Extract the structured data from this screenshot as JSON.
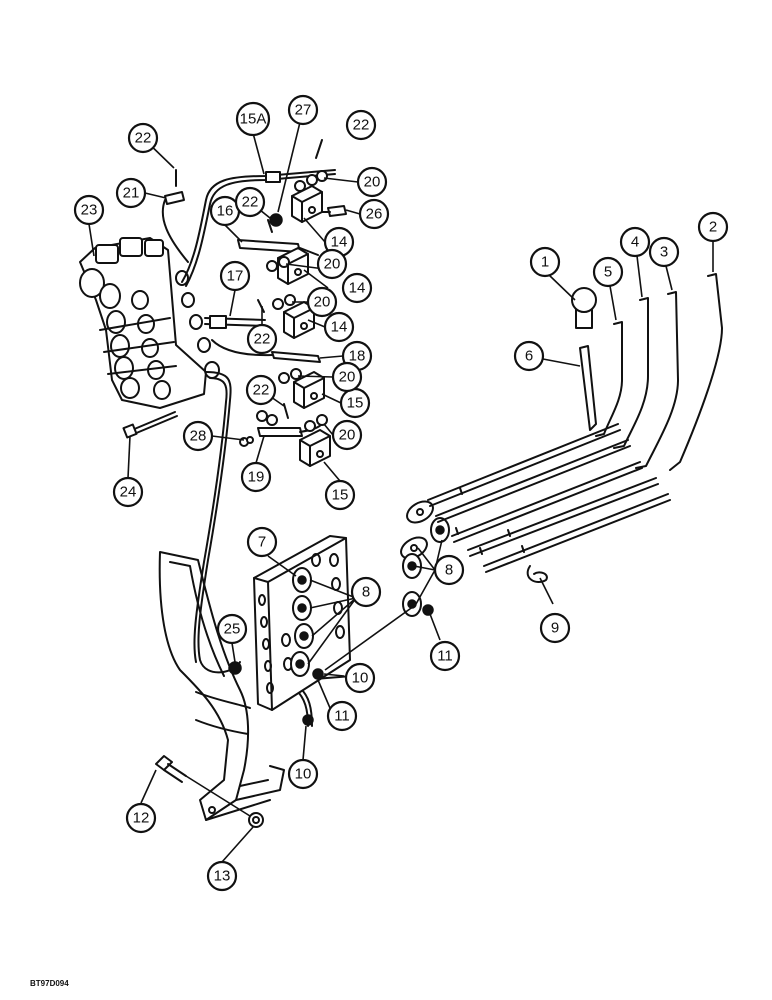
{
  "figure": {
    "code": "BT97D094"
  },
  "callouts": [
    {
      "id": "c1",
      "label": "1"
    },
    {
      "id": "c2",
      "label": "2"
    },
    {
      "id": "c3",
      "label": "3"
    },
    {
      "id": "c4",
      "label": "4"
    },
    {
      "id": "c5",
      "label": "5"
    },
    {
      "id": "c6",
      "label": "6"
    },
    {
      "id": "c7",
      "label": "7"
    },
    {
      "id": "c8a",
      "label": "8"
    },
    {
      "id": "c8b",
      "label": "8"
    },
    {
      "id": "c9",
      "label": "9"
    },
    {
      "id": "c10a",
      "label": "10"
    },
    {
      "id": "c10b",
      "label": "10"
    },
    {
      "id": "c11a",
      "label": "11"
    },
    {
      "id": "c11b",
      "label": "11"
    },
    {
      "id": "c12",
      "label": "12"
    },
    {
      "id": "c13",
      "label": "13"
    },
    {
      "id": "c14a",
      "label": "14"
    },
    {
      "id": "c14b",
      "label": "14"
    },
    {
      "id": "c14c",
      "label": "14"
    },
    {
      "id": "c15a",
      "label": "15"
    },
    {
      "id": "c15b",
      "label": "15"
    },
    {
      "id": "c15A",
      "label": "15A"
    },
    {
      "id": "c16",
      "label": "16"
    },
    {
      "id": "c17",
      "label": "17"
    },
    {
      "id": "c18",
      "label": "18"
    },
    {
      "id": "c19",
      "label": "19"
    },
    {
      "id": "c20a",
      "label": "20"
    },
    {
      "id": "c20b",
      "label": "20"
    },
    {
      "id": "c20c",
      "label": "20"
    },
    {
      "id": "c20d",
      "label": "20"
    },
    {
      "id": "c20e",
      "label": "20"
    },
    {
      "id": "c21",
      "label": "21"
    },
    {
      "id": "c22a",
      "label": "22"
    },
    {
      "id": "c22b",
      "label": "22"
    },
    {
      "id": "c22c",
      "label": "22"
    },
    {
      "id": "c22d",
      "label": "22"
    },
    {
      "id": "c22e",
      "label": "22"
    },
    {
      "id": "c23",
      "label": "23"
    },
    {
      "id": "c24",
      "label": "24"
    },
    {
      "id": "c25",
      "label": "25"
    },
    {
      "id": "c26",
      "label": "26"
    },
    {
      "id": "c27",
      "label": "27"
    },
    {
      "id": "c28",
      "label": "28"
    }
  ]
}
